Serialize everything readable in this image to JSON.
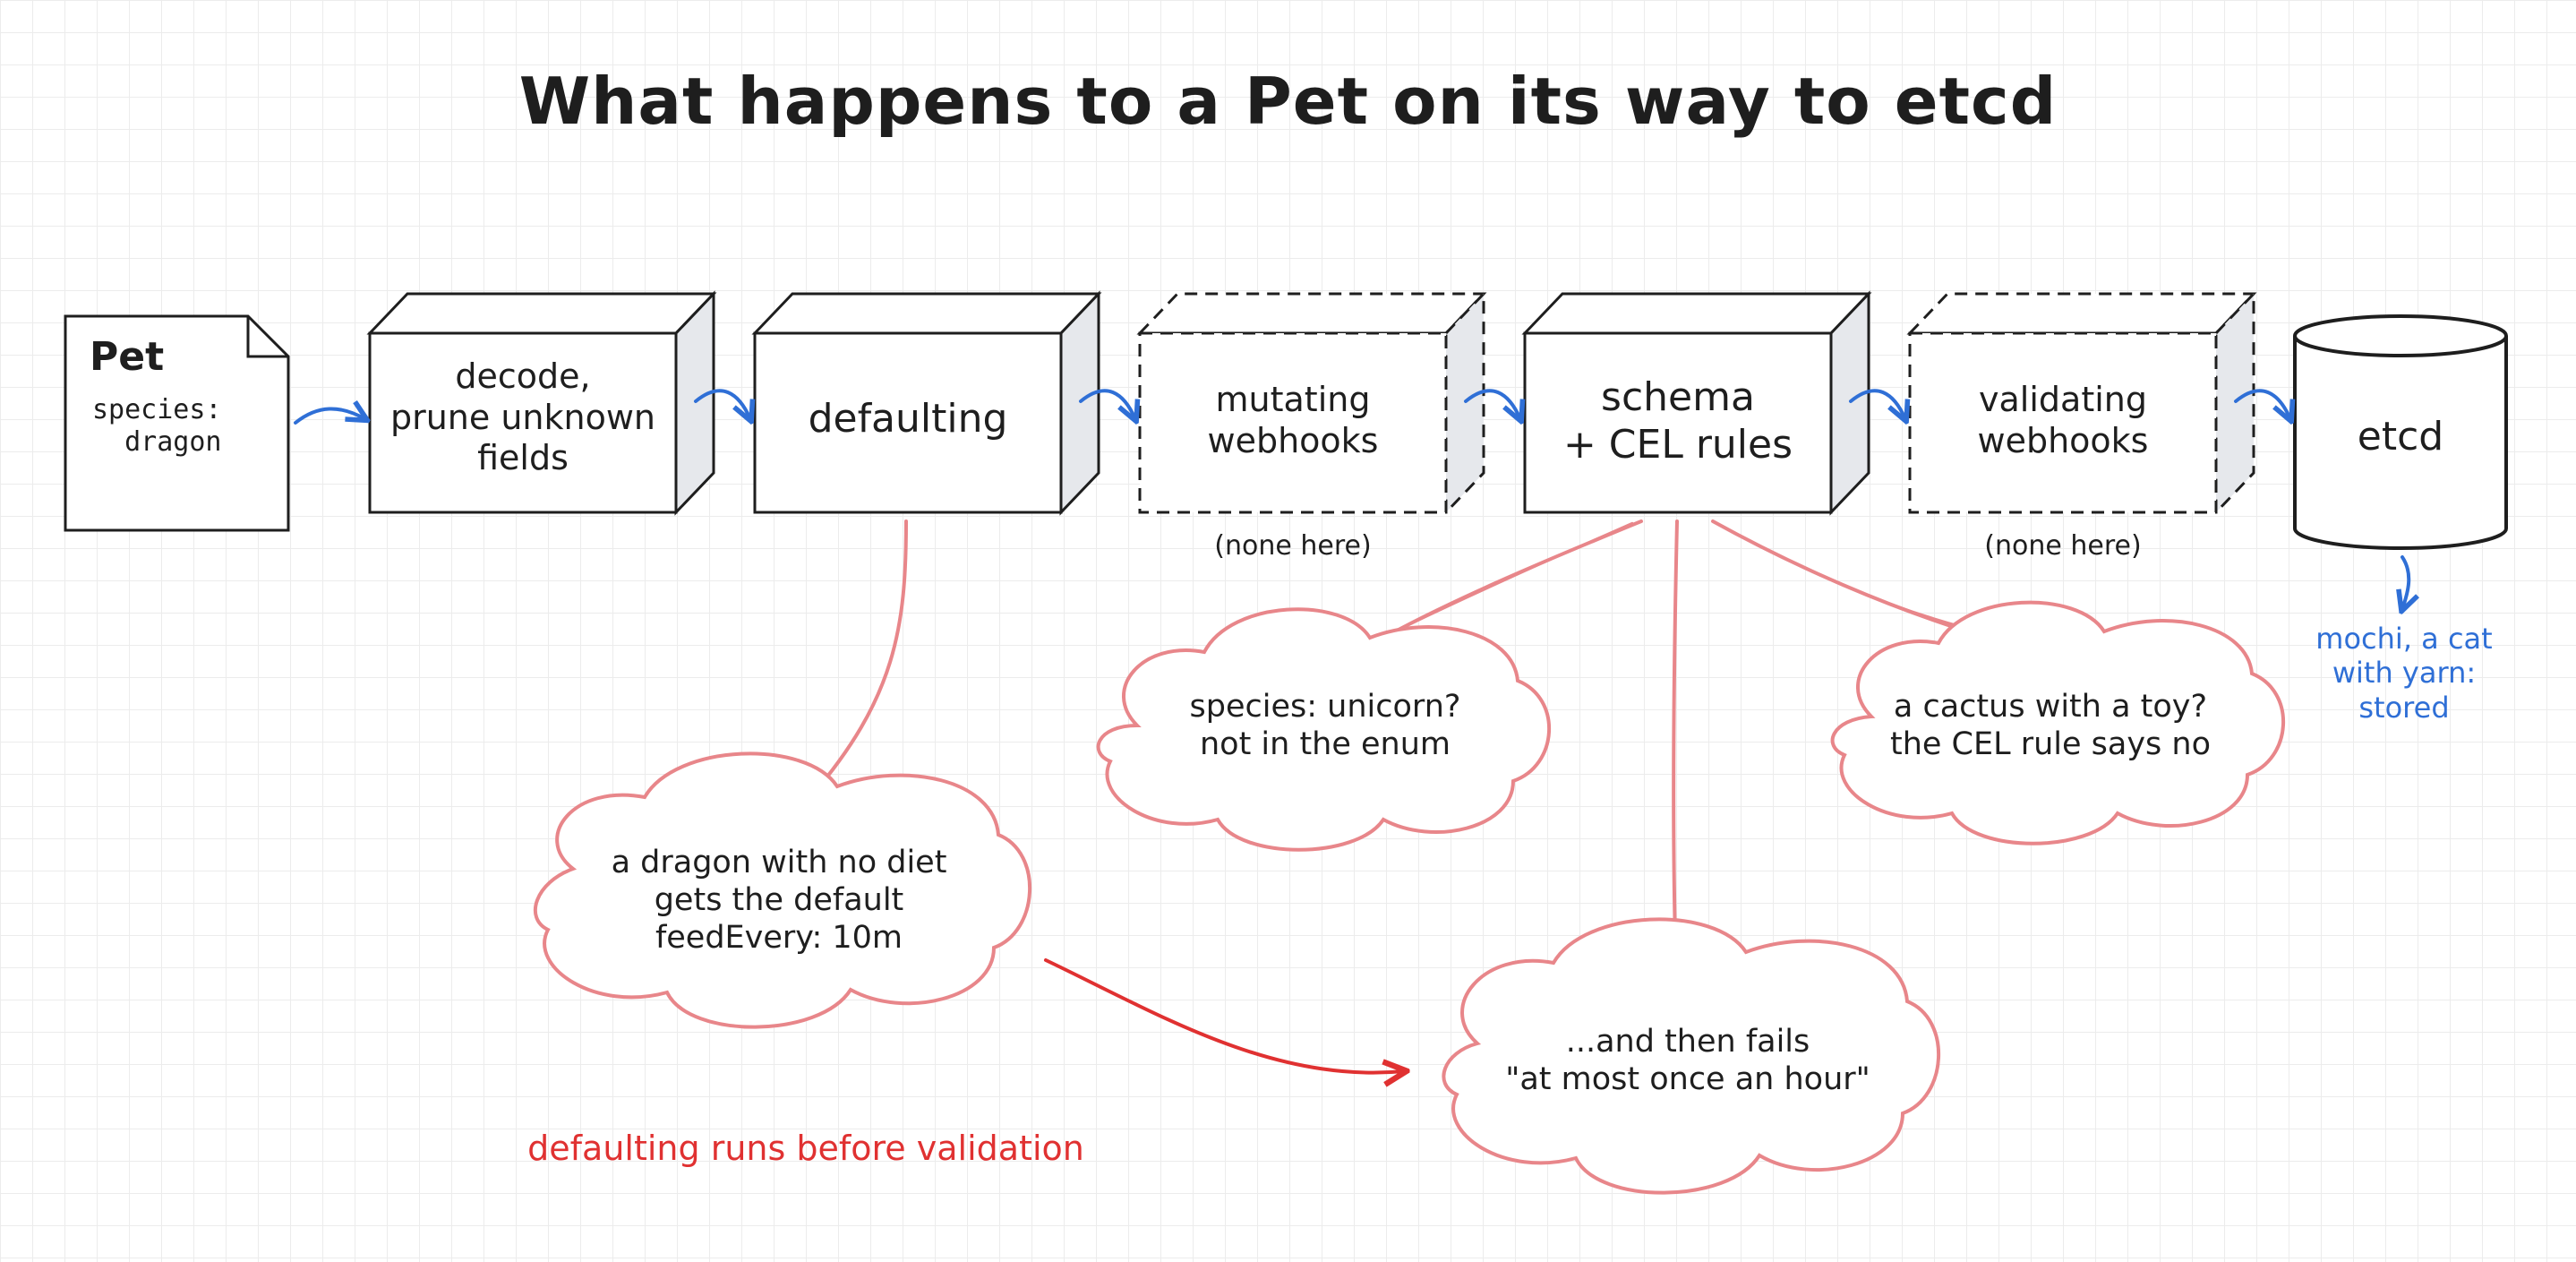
{
  "title": "What happens to a Pet on its way to etcd",
  "pet": {
    "label": "Pet",
    "field": "species:\n  dragon"
  },
  "stages": {
    "decode": "decode,\nprune unknown\nfields",
    "defaulting": "defaulting",
    "mutating": "mutating\nwebhooks",
    "schema": "schema\n+ CEL rules",
    "validating": "validating\nwebhooks",
    "etcd": "etcd"
  },
  "notes": {
    "mutating_none": "(none here)",
    "validating_none": "(none here)",
    "stored": "mochi, a cat\nwith yarn:\nstored",
    "footer": "defaulting runs before validation"
  },
  "clouds": {
    "enum": "species: unicorn?\nnot in the enum",
    "cel": "a cactus with a toy?\nthe CEL rule says no",
    "default": "a dragon with no diet\ngets the default\nfeedEvery: 10m",
    "fails": "...and then fails\n\"at most once an hour\""
  },
  "colors": {
    "ink": "#1e1e1e",
    "arrow_blue": "#2f6fd6",
    "cloud_stroke": "#e8868a",
    "accent_red": "#e03131",
    "box_side": "#e6e8ec"
  }
}
